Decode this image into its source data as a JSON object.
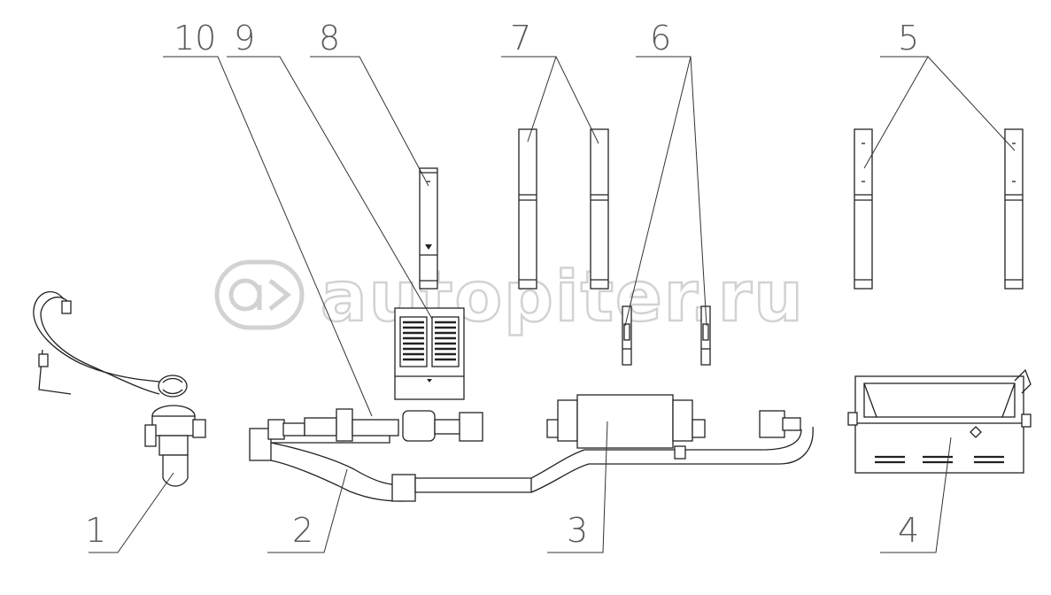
{
  "watermark": {
    "text": "autopiter.ru"
  },
  "callouts": [
    {
      "id": "1",
      "label": "1"
    },
    {
      "id": "2",
      "label": "2"
    },
    {
      "id": "3",
      "label": "3"
    },
    {
      "id": "4",
      "label": "4"
    },
    {
      "id": "5",
      "label": "5"
    },
    {
      "id": "6",
      "label": "6"
    },
    {
      "id": "7",
      "label": "7"
    },
    {
      "id": "8",
      "label": "8"
    },
    {
      "id": "9",
      "label": "9"
    },
    {
      "id": "10",
      "label": "10"
    }
  ],
  "colors": {
    "line": "#222222",
    "label": "#5a5a5a",
    "watermark": "#d2d2d2"
  }
}
